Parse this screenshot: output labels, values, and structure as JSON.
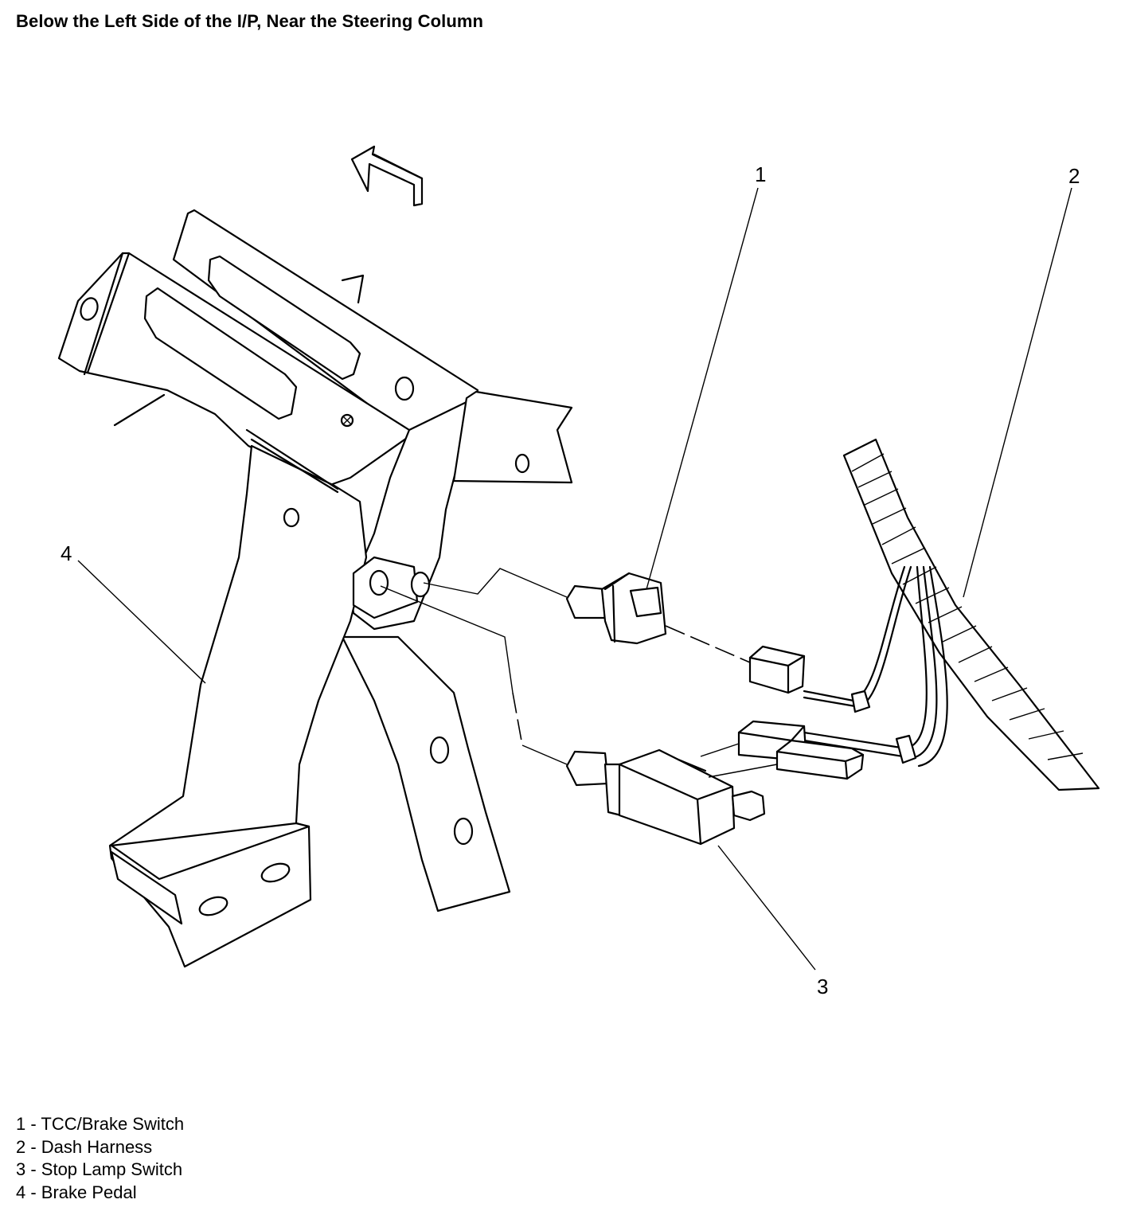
{
  "title": "Below the Left Side of the I/P, Near the Steering Column",
  "callouts": [
    "1",
    "2",
    "3",
    "4"
  ],
  "legend": [
    {
      "number": "1",
      "text": "1 - TCC/Brake Switch"
    },
    {
      "number": "2",
      "text": "2 - Dash Harness"
    },
    {
      "number": "3",
      "text": "3 - Stop Lamp Switch"
    },
    {
      "number": "4",
      "text": "4 - Brake Pedal"
    }
  ],
  "icons": {
    "direction": "forward-arrow-icon"
  }
}
